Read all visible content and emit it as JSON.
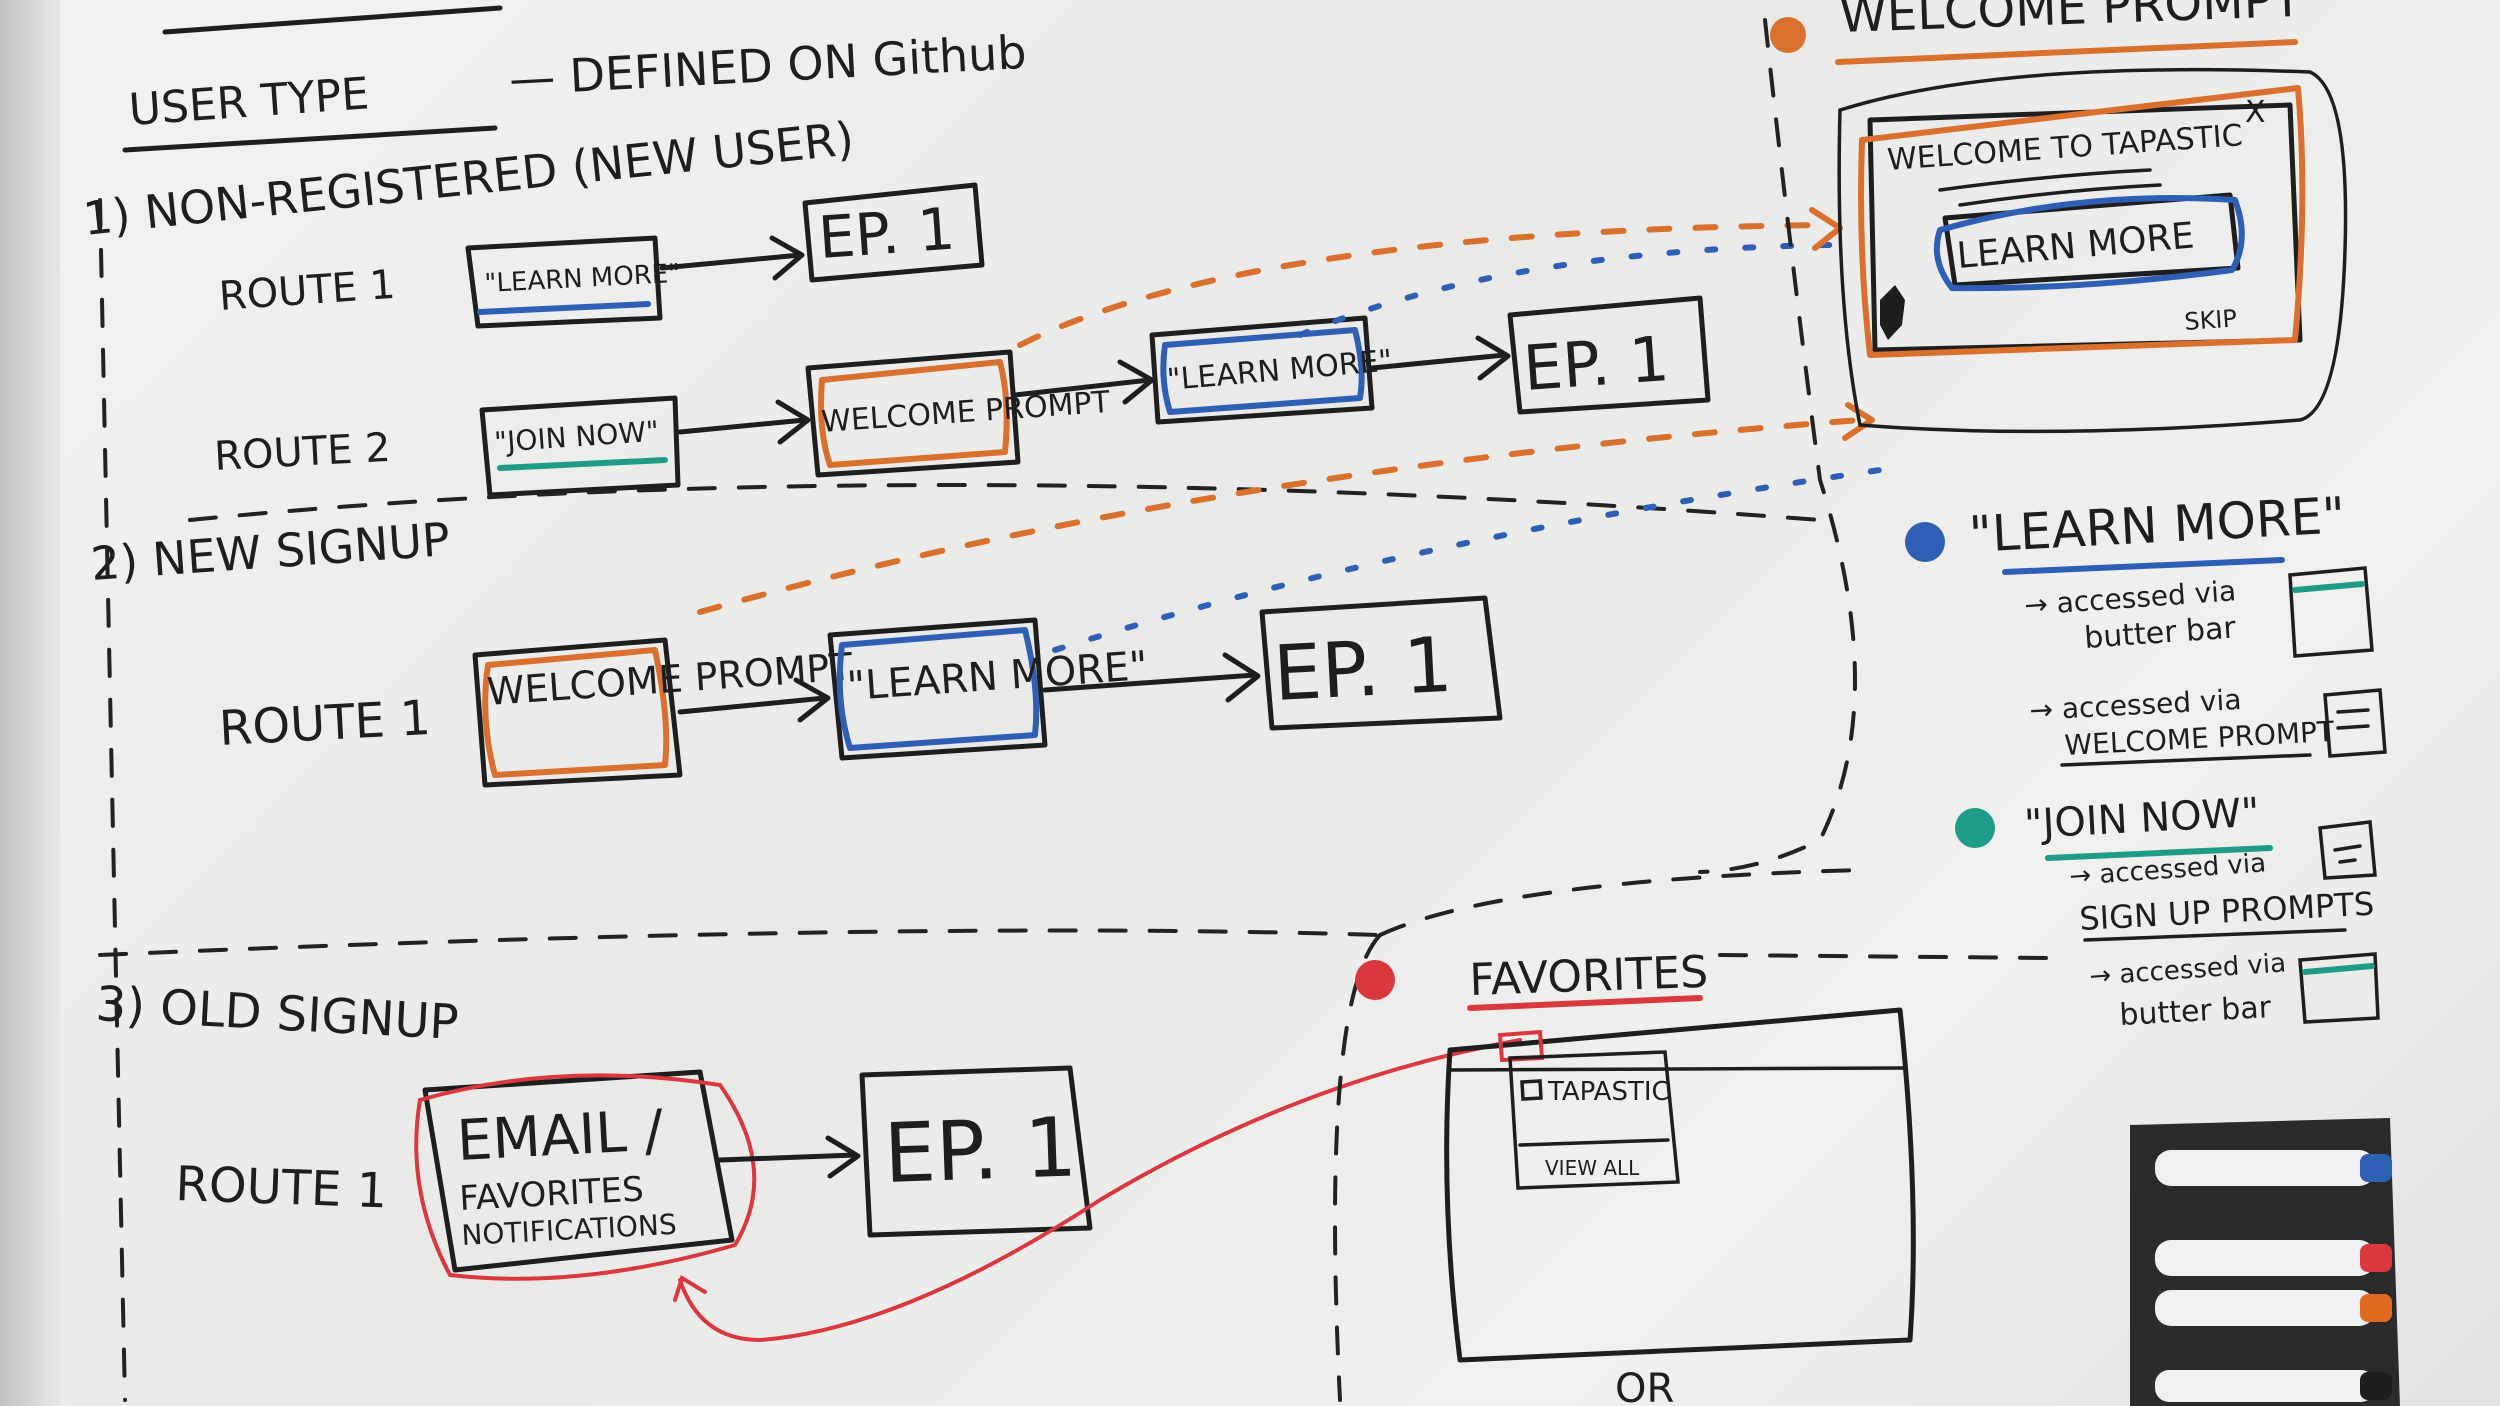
{
  "header": {
    "user_type": "USER TYPE",
    "defined_on": "— DEFINED ON Github"
  },
  "section_1": {
    "title": "1) NON-REGISTERED (NEW USER)",
    "route_1": {
      "label": "ROUTE 1",
      "nodes": [
        "\"LEARN MORE\"",
        "EP. 1"
      ]
    },
    "route_2": {
      "label": "ROUTE 2",
      "nodes": [
        "\"JOIN NOW\"",
        "WELCOME PROMPT",
        "\"LEARN MORE\"",
        "EP. 1"
      ]
    }
  },
  "section_2": {
    "title": "2) NEW SIGNUP",
    "route_1": {
      "label": "ROUTE 1",
      "nodes": [
        "WELCOME PROMPT",
        "\"LEARN MORE\"",
        "EP. 1"
      ]
    }
  },
  "section_3": {
    "title": "3) OLD SIGNUP",
    "route_1": {
      "label": "ROUTE 1",
      "node_main": "EMAIL /",
      "node_sub_1": "FAVORITES",
      "node_sub_2": "NOTIFICATIONS",
      "ep": "EP. 1"
    }
  },
  "welcome_prompt_panel": {
    "heading": "WELCOME PROMPT",
    "dialog_title": "WELCOME TO TAPASTIC",
    "close_glyph": "X",
    "button": "LEARN MORE",
    "skip": "SKIP"
  },
  "legend": {
    "learn_more": {
      "title": "\"LEARN MORE\"",
      "item_1_a": "→ accessed via",
      "item_1_b": "butter bar",
      "item_2_a": "→ accessed via",
      "item_2_b": "WELCOME PROMPT"
    },
    "join_now": {
      "title": "\"JOIN NOW\"",
      "item_1_a": "→ accessed via",
      "item_1_b": "SIGN UP PROMPTS",
      "item_2_a": "→ accessed via",
      "item_2_b": "butter bar"
    }
  },
  "favorites_panel": {
    "heading": "FAVORITES",
    "item": "TAPASTIC",
    "view_all": "VIEW ALL",
    "or": "OR"
  },
  "marker_colors": {
    "orange": "#d9702d",
    "blue": "#2f5fb5",
    "teal": "#1f9c87",
    "red": "#d9383f",
    "ink": "#1e1e1e"
  }
}
